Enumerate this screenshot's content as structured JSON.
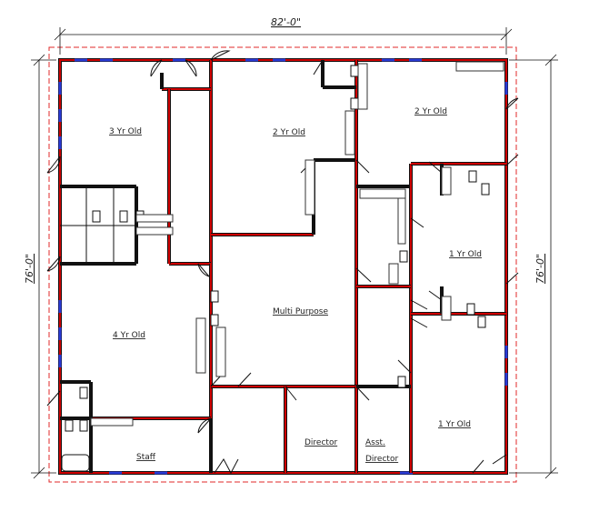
{
  "overall": {
    "width_label": "82'-0\"",
    "height_label_left": "76'-0\"",
    "height_label_right": "76'-0\""
  },
  "rooms": {
    "three_yr": "3 Yr Old",
    "two_yr_center": "2 Yr Old",
    "two_yr_right": "2 Yr Old",
    "one_yr_upper": "1 Yr Old",
    "multi_purpose": "Multi Purpose",
    "four_yr": "4 Yr Old",
    "staff": "Staff",
    "director": "Director",
    "asst_director_line1": "Asst.",
    "asst_director_line2": "Director",
    "one_yr_lower": "1 Yr Old"
  },
  "colors": {
    "wall": "#111111",
    "wall_fill": "#d00000",
    "window": "#2a3bd6",
    "property_line": "#e0282a"
  }
}
